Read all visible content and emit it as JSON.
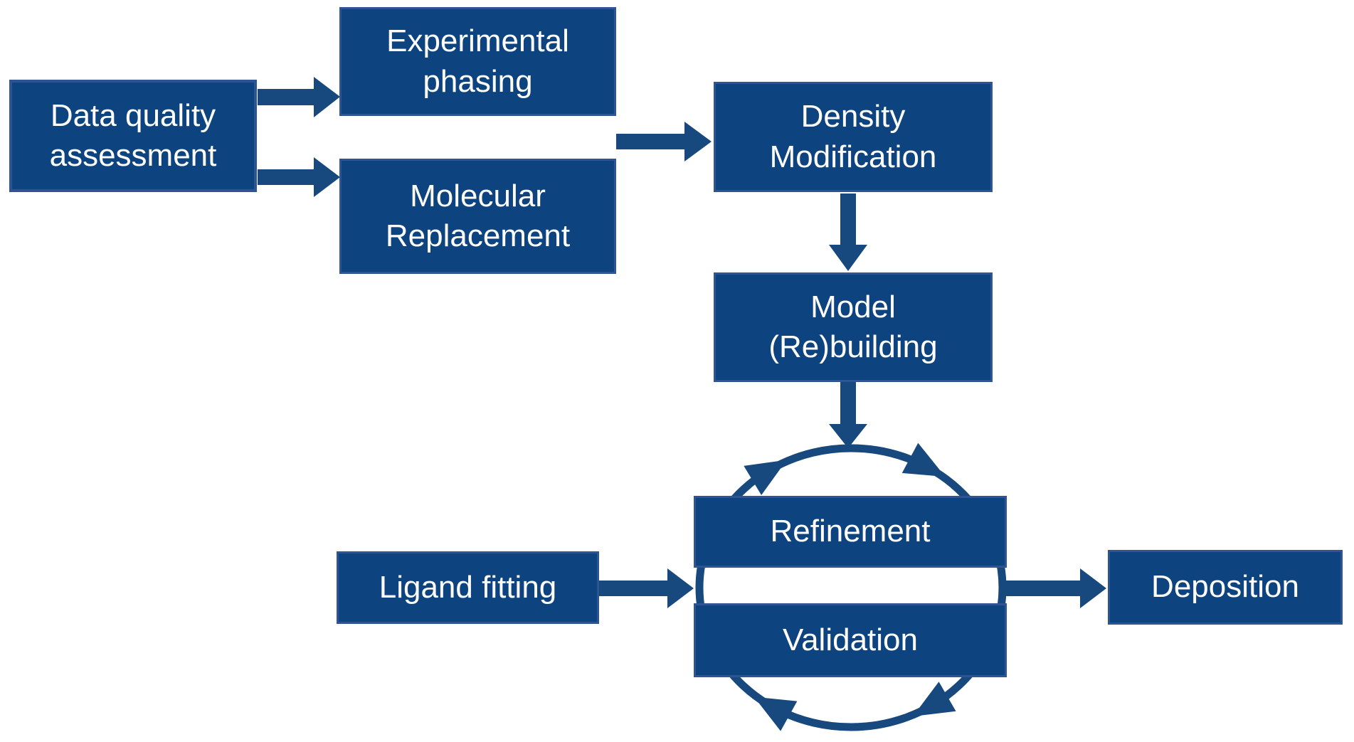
{
  "colors": {
    "box_fill": "#0D437E",
    "box_border": "#2E5494",
    "connector": "#17497E",
    "text": "#FFFFFF",
    "background": "#FFFFFF"
  },
  "boxes": {
    "data_quality": {
      "label": "Data quality\nassessment"
    },
    "experimental": {
      "label": "Experimental\nphasing"
    },
    "molecular": {
      "label": "Molecular\nReplacement"
    },
    "density": {
      "label": "Density\nModification"
    },
    "model": {
      "label": "Model\n(Re)building"
    },
    "refinement": {
      "label": "Refinement"
    },
    "validation": {
      "label": "Validation"
    },
    "ligand": {
      "label": "Ligand fitting"
    },
    "deposition": {
      "label": "Deposition"
    }
  },
  "edges": [
    {
      "from": "Data quality assessment",
      "to": "Experimental phasing"
    },
    {
      "from": "Data quality assessment",
      "to": "Molecular Replacement"
    },
    {
      "from": "Experimental phasing / Molecular Replacement",
      "to": "Density Modification"
    },
    {
      "from": "Density Modification",
      "to": "Model (Re)building"
    },
    {
      "from": "Model (Re)building",
      "to": "Refinement-Validation cycle"
    },
    {
      "from": "Ligand fitting",
      "to": "Refinement-Validation cycle"
    },
    {
      "from": "Refinement-Validation cycle",
      "to": "Deposition"
    }
  ],
  "cycle": {
    "members": [
      "Refinement",
      "Validation"
    ],
    "direction": "clockwise"
  }
}
